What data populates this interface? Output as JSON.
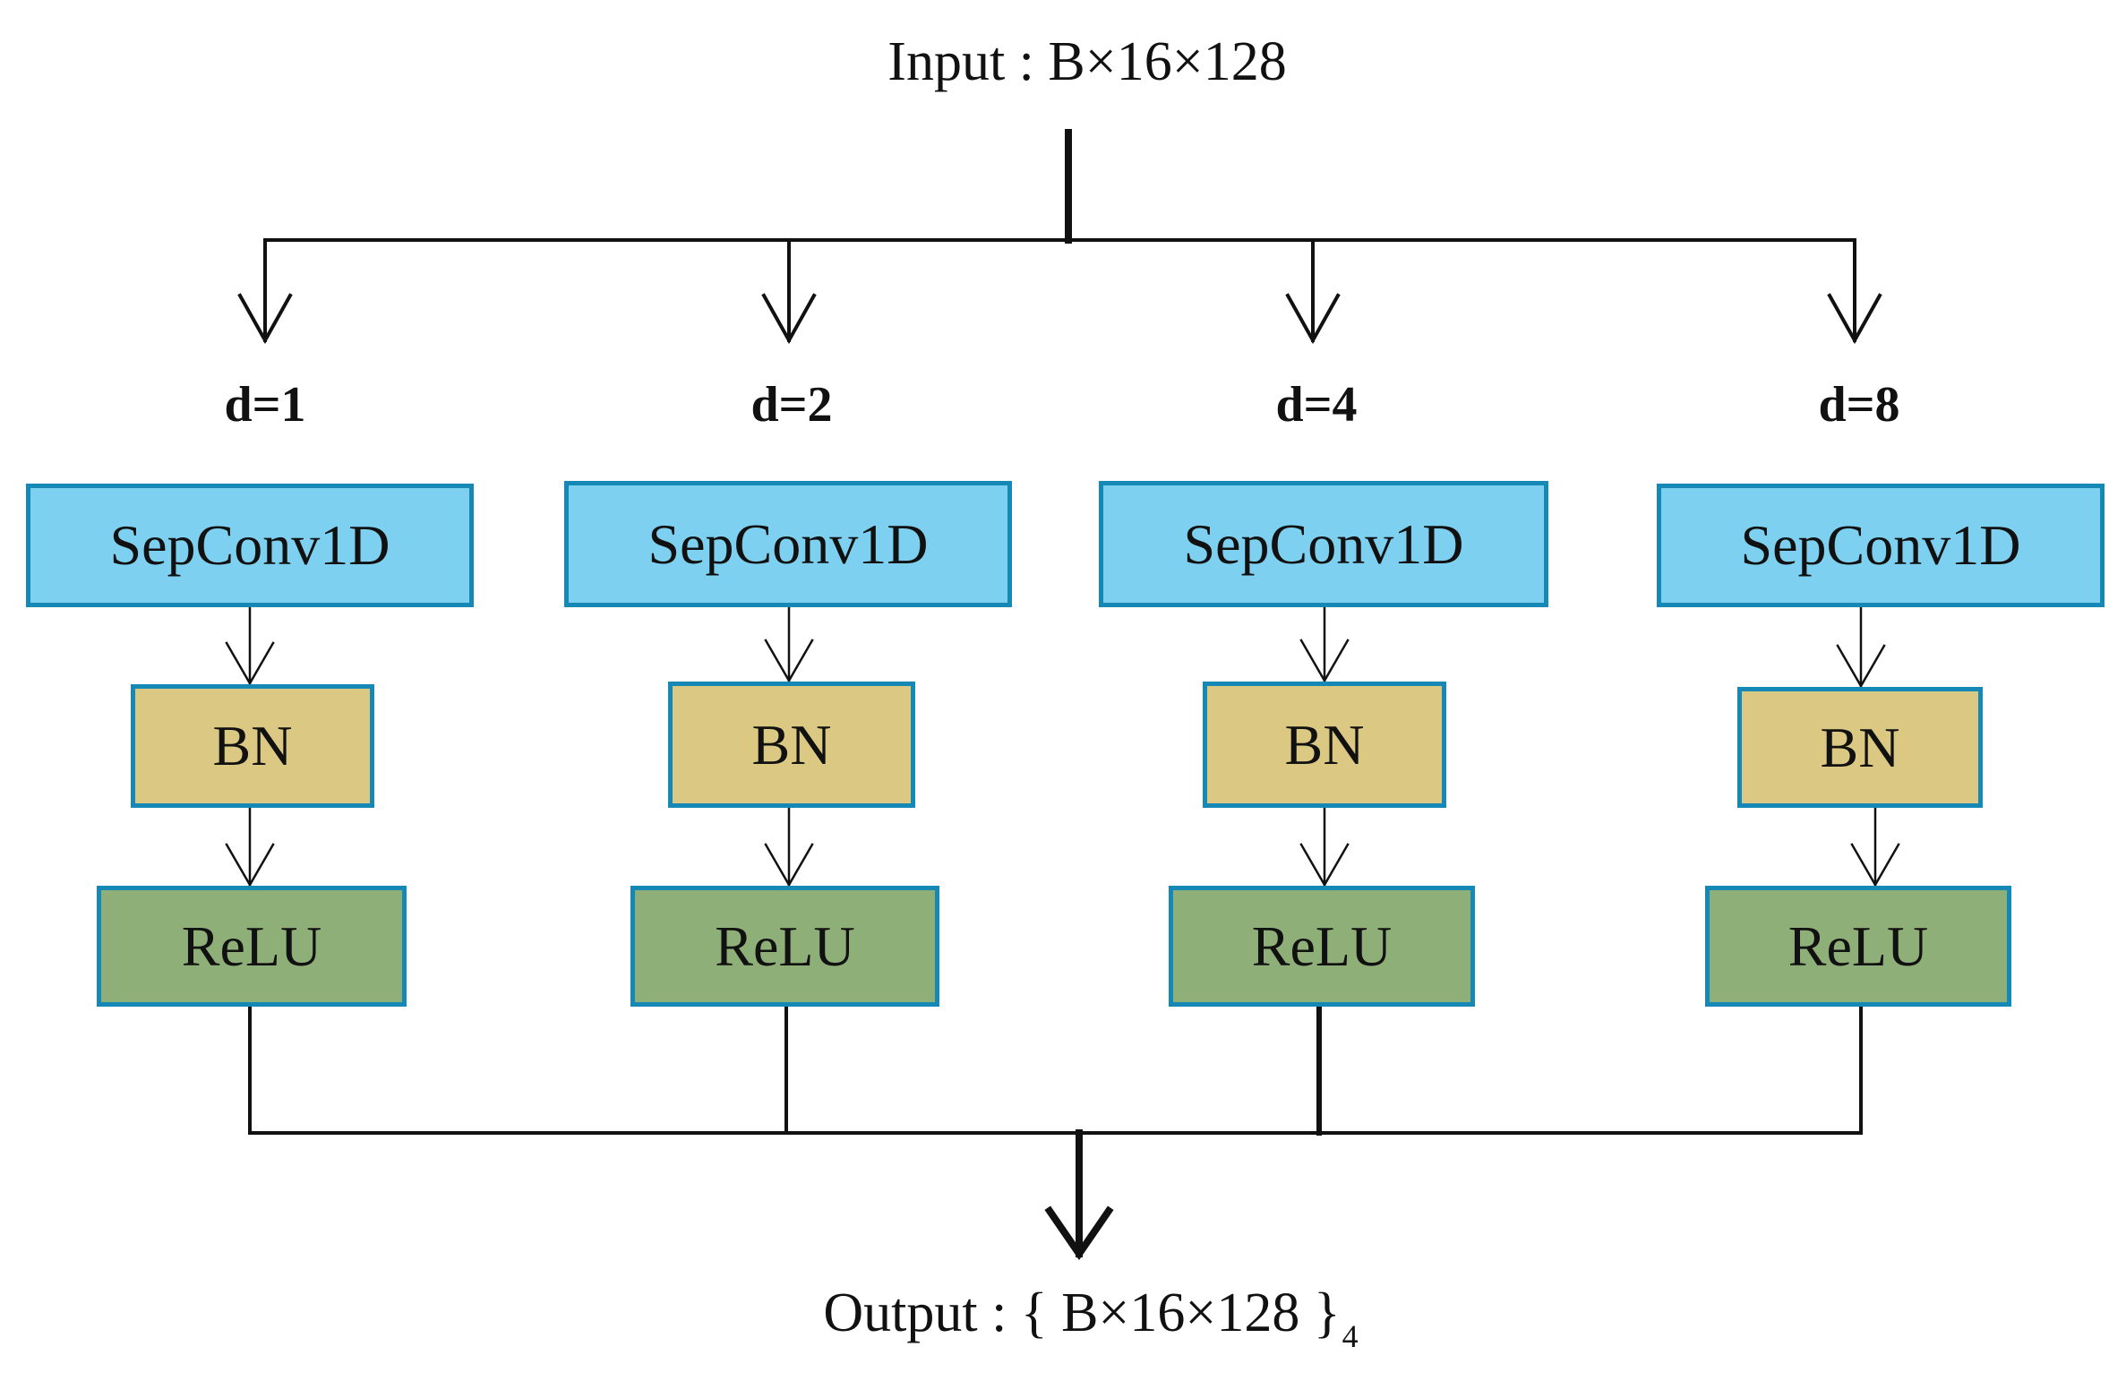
{
  "input_label": "Input : B×16×128",
  "output_label": "Output : { B×16×128 }",
  "output_subscript": "4",
  "colors": {
    "sepconv": "#7dd0ef",
    "bn": "#dbc883",
    "relu": "#8faf79",
    "border": "#1688b6",
    "line": "#111111"
  },
  "branches": [
    {
      "dilation": "d=1",
      "layers": [
        "SepConv1D",
        "BN",
        "ReLU"
      ]
    },
    {
      "dilation": "d=2",
      "layers": [
        "SepConv1D",
        "BN",
        "ReLU"
      ]
    },
    {
      "dilation": "d=4",
      "layers": [
        "SepConv1D",
        "BN",
        "ReLU"
      ]
    },
    {
      "dilation": "d=8",
      "layers": [
        "SepConv1D",
        "BN",
        "ReLU"
      ]
    }
  ]
}
